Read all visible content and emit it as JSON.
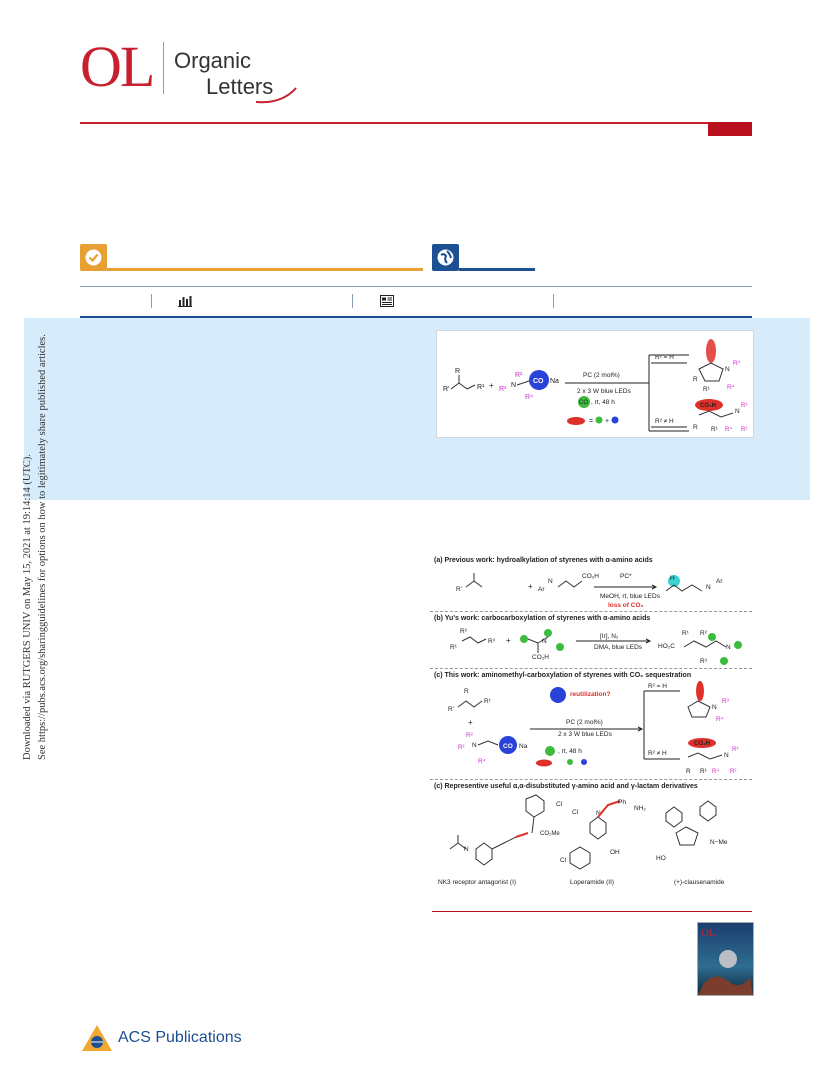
{
  "journal": {
    "logo_abbrev": "OL",
    "name_line1": "Organic",
    "name_line2": "Letters",
    "brand_color": "#c8202f",
    "accent_color": "#1d4f93",
    "open_access_color": "#e8a034"
  },
  "access": {
    "open_access_icon": "check-circle-icon",
    "globe_icon": "globe-icon"
  },
  "metrics": {
    "metrics_icon": "bar-chart-icon",
    "fulltext_icon": "article-icon"
  },
  "toc_graphic": {
    "condition_1": "PC (2 mol%)",
    "condition_2": "2 x 3 W blue LEDs",
    "condition_3": "CO",
    "condition_3_sub": "2",
    "condition_3_rest": ", rt, 48 h",
    "r2_h": "R² = H",
    "r2_not_h": "R² ≠ H",
    "reagent_co2na": "CO",
    "reagent_na": "Na",
    "co2h": "CO₂H",
    "legend_eq": "=",
    "legend_plus": "+"
  },
  "side_stamp": {
    "line1": "Downloaded via RUTGERS UNIV on May 15, 2021 at 19:14:14 (UTC).",
    "line2": "See https://pubs.acs.org/sharingguidelines for options on how to legitimately share published articles."
  },
  "figure1": {
    "panel_a_title": "(a) Previous work: hydroalkylation of styrenes with α-amino acids",
    "panel_a_reagent": "CO₂H",
    "panel_a_pc": "PC*",
    "panel_a_cond": "MeOH, rt, blue LEDs",
    "panel_a_loss": "loss of CO₂",
    "panel_b_title": "(b) Yu's work: carbocarboxylation of styrenes with α-amino acids",
    "panel_b_cat": "[Ir], N₂",
    "panel_b_cond": "DMA, blue LEDs",
    "panel_b_co2h": "CO₂H",
    "panel_b_ho2c": "HO₂C",
    "panel_c_title": "(c) This work: aminomethyl-carboxylation of styrenes with CO₂ sequestration",
    "panel_c_reutil": "reutilization?",
    "panel_c_pc": "PC (2 mol%)",
    "panel_c_leds": "2 x 3 W blue LEDs",
    "panel_c_cond": ", rt, 48 h",
    "panel_c_r2h": "R² = H",
    "panel_c_r2nh": "R² ≠ H",
    "panel_d_title": "(c) Representive useful α,α-disubstituted γ-amino acid and γ-lactam derivatives",
    "compound_1": "NK3 receptor antagonist (I)",
    "compound_2": "Loperamide (II)",
    "compound_3": "(+)-clausenamide",
    "co2me": "CO₂Me",
    "cl": "Cl",
    "nh2": "NH₂",
    "ph": "Ph",
    "oh": "OH",
    "ho": "HO",
    "nme": "N−Me",
    "r": "R",
    "r1": "R¹",
    "r2": "R²",
    "r3": "R³",
    "r4": "R⁴",
    "ar": "Ar",
    "n": "N",
    "h": "H",
    "o": "O"
  },
  "footer": {
    "publisher": "ACS Publications"
  }
}
